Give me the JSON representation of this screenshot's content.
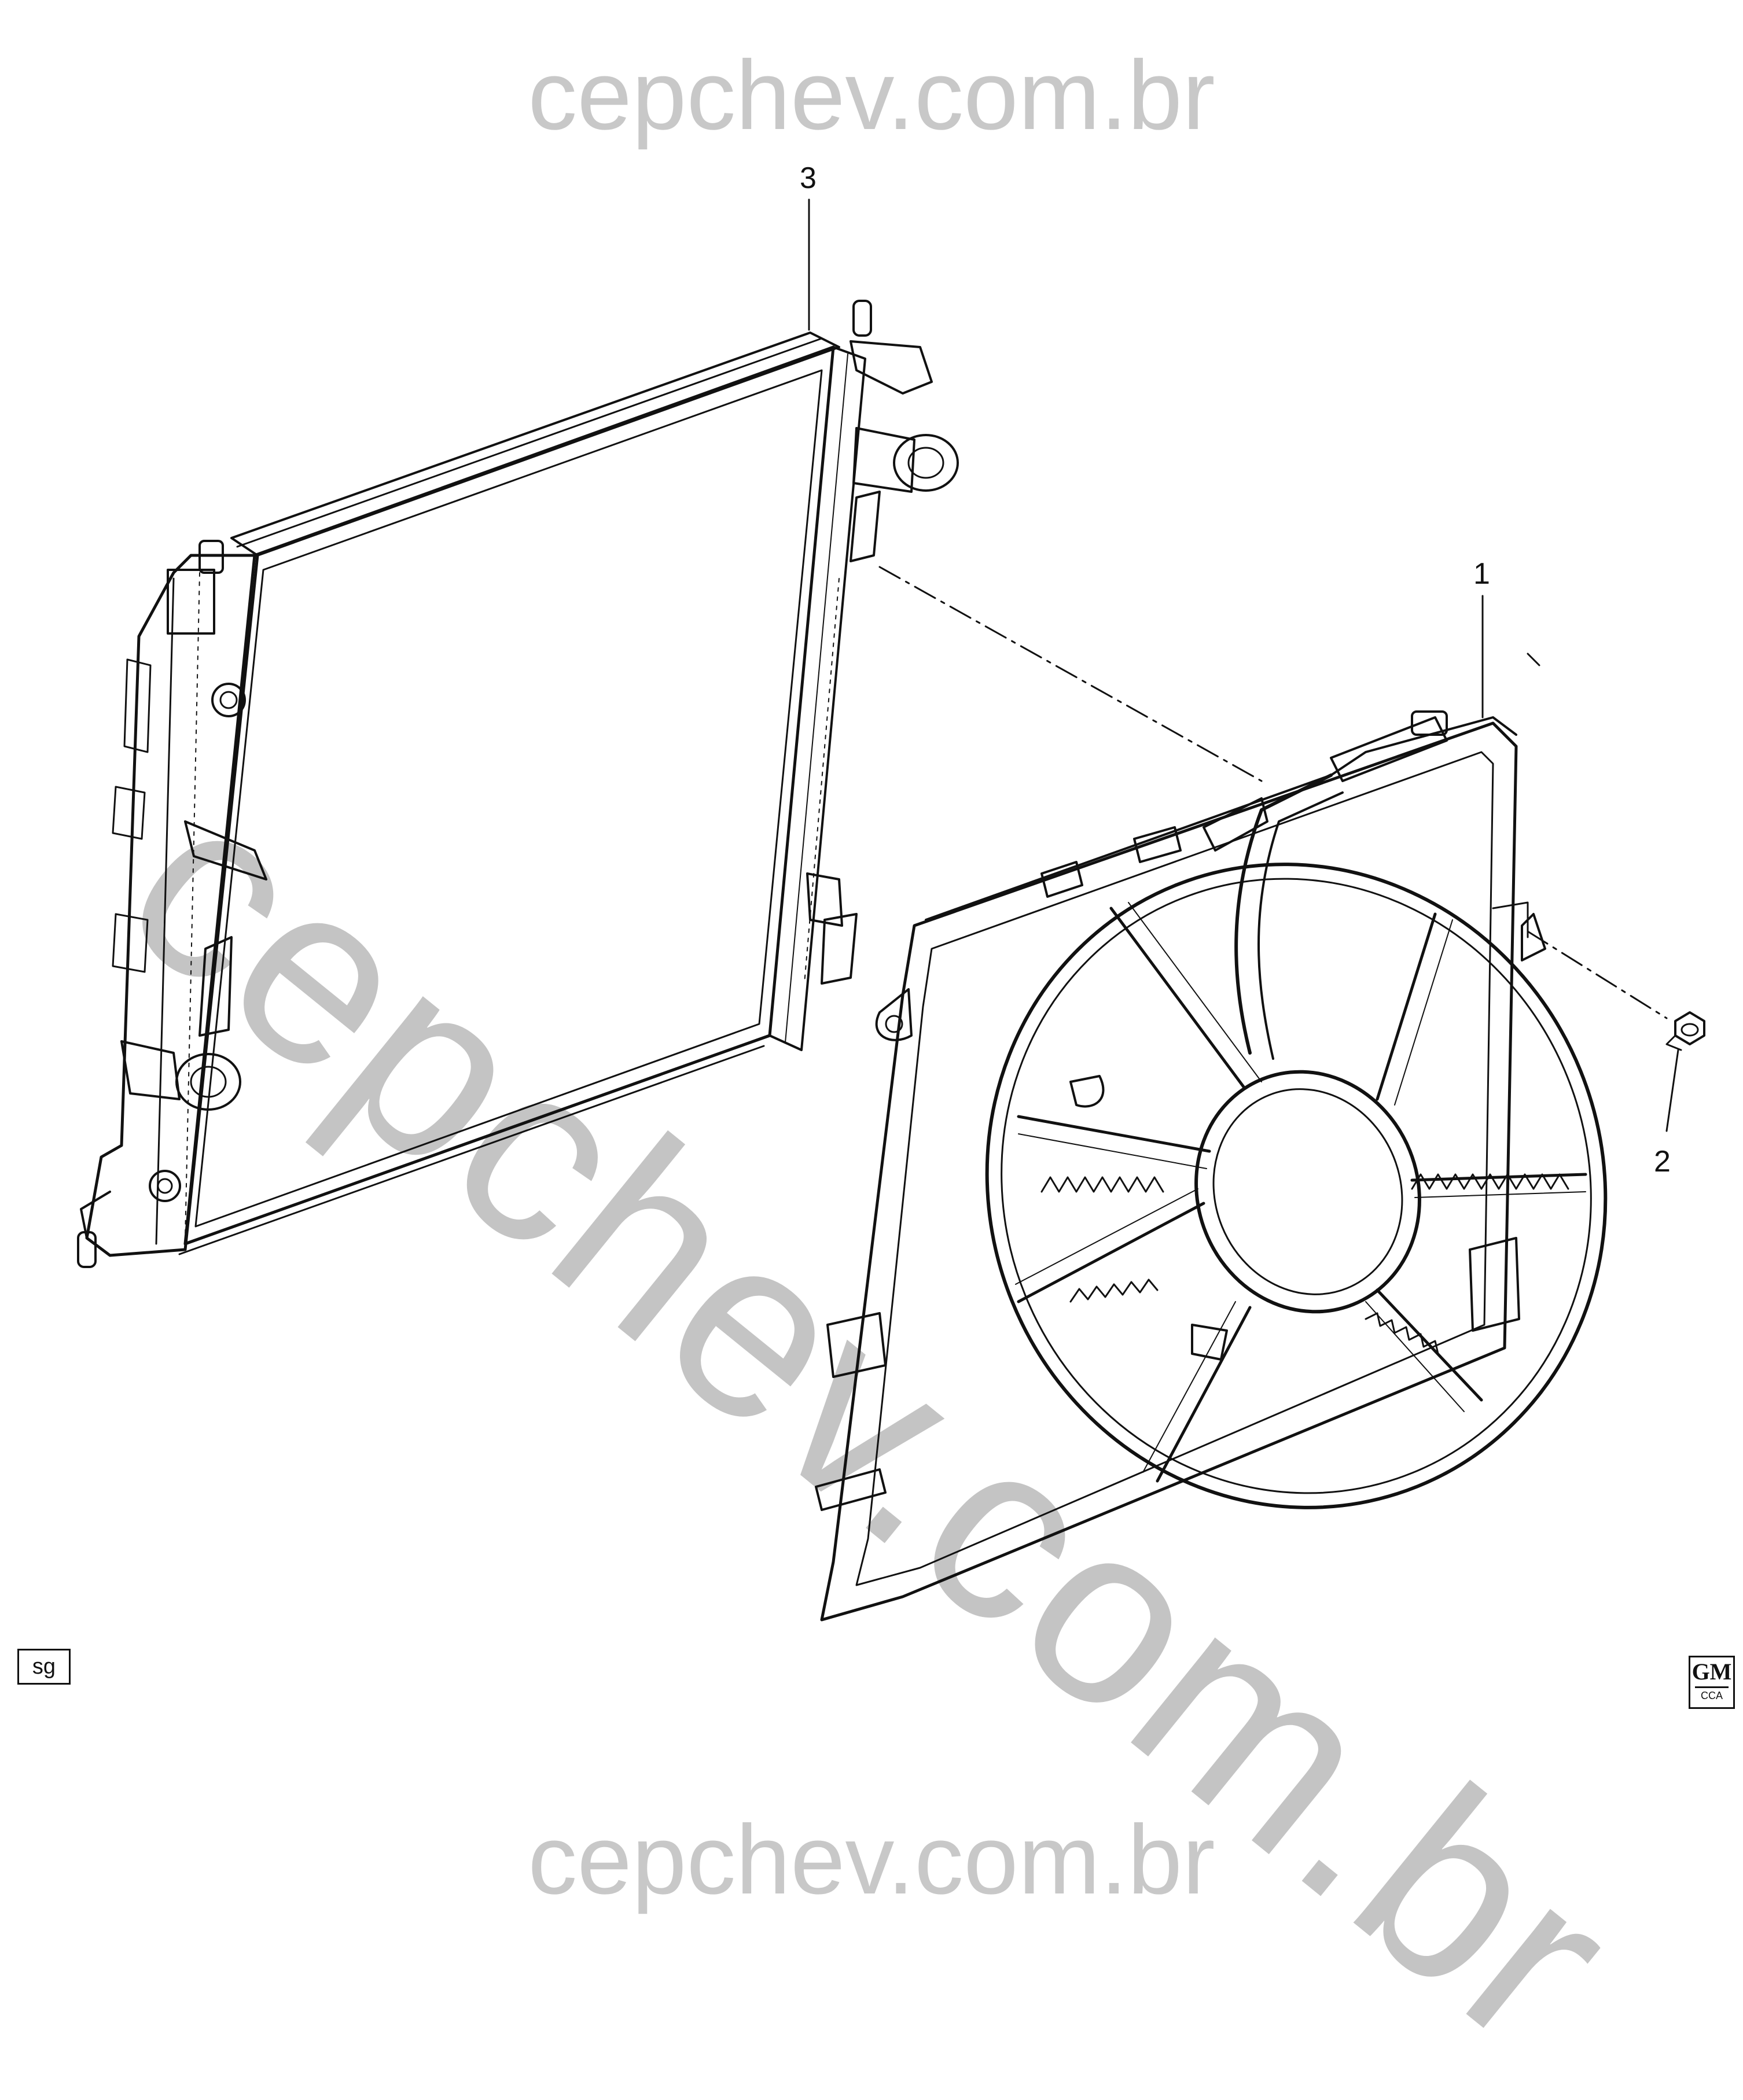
{
  "watermark": {
    "top": "cepchev.com.br",
    "diagonal": "cepchev.com.br",
    "bottom": "cepchev.com.br"
  },
  "callouts": [
    {
      "id": "1",
      "label": "1"
    },
    {
      "id": "2",
      "label": "2"
    },
    {
      "id": "3",
      "label": "3"
    }
  ],
  "diagram_code": "sg",
  "logo": {
    "primary": "GM",
    "secondary": "CCA"
  },
  "colors": {
    "line": "#111111",
    "watermark": "#c8c8c8",
    "background": "#ffffff"
  }
}
